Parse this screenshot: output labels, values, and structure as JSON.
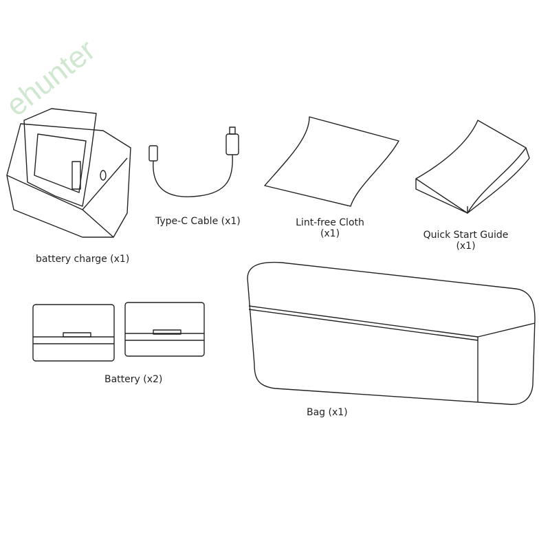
{
  "watermark": "ehunter",
  "items": [
    {
      "label": "battery charge  (x1)"
    },
    {
      "label": "Type-C Cable (x1)"
    },
    {
      "label": "Lint-free Cloth",
      "qty": "(x1)"
    },
    {
      "label": "Quick Start Guide",
      "qty": "(x1)"
    },
    {
      "label": "Battery  (x2)"
    },
    {
      "label": "Bag (x1)"
    }
  ]
}
